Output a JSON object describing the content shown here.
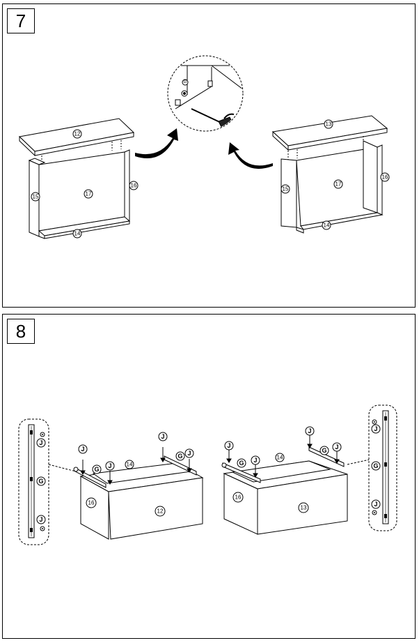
{
  "steps": [
    {
      "number": "7"
    },
    {
      "number": "8"
    }
  ],
  "step7": {
    "left_unit": {
      "top": "12",
      "left_side": "15",
      "back": "17",
      "right_side": "16",
      "bottom": "14"
    },
    "right_unit": {
      "top": "13",
      "left_side": "15",
      "back": "17",
      "right_side": "16",
      "bottom": "14"
    },
    "detail": {
      "part": "G"
    }
  },
  "step8": {
    "left_drawer": {
      "side": "16",
      "front": "12",
      "back": "14",
      "rail": "G",
      "screws": [
        "J",
        "J",
        "J",
        "J"
      ]
    },
    "right_drawer": {
      "side": "16",
      "front": "13",
      "back": "14",
      "rail": "G",
      "screws": [
        "J",
        "J",
        "J",
        "J"
      ]
    },
    "left_detail": {
      "screw_top": "J",
      "rail": "G",
      "screw_bottom": "J"
    },
    "right_detail": {
      "screw_top": "J",
      "rail": "G",
      "screw_bottom": "J"
    }
  }
}
